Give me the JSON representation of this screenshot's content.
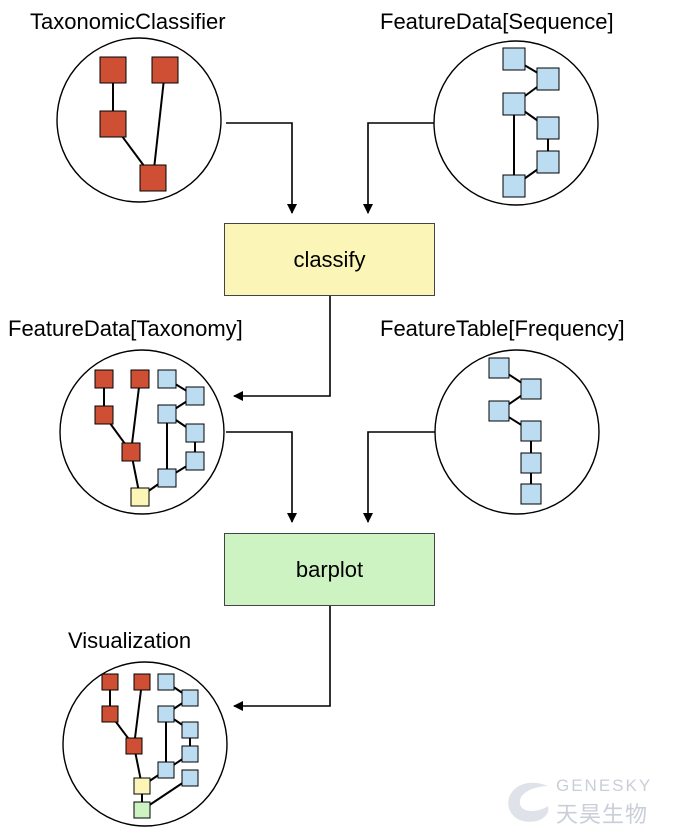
{
  "nodes": {
    "taxonomic_classifier": {
      "label": "TaxonomicClassifier"
    },
    "feature_data_sequence": {
      "label": "FeatureData[Sequence]"
    },
    "classify": {
      "label": "classify",
      "fill": "#fbf6b8"
    },
    "feature_data_taxonomy": {
      "label": "FeatureData[Taxonomy]"
    },
    "feature_table_frequency": {
      "label": "FeatureTable[Frequency]"
    },
    "barplot": {
      "label": "barplot",
      "fill": "#cdf3c2"
    },
    "visualization": {
      "label": "Visualization"
    }
  },
  "colors": {
    "red_node": "#cf4f35",
    "blue_node": "#bcdcf2",
    "yellow_node": "#fbf6b8",
    "green_node": "#cdf3c2"
  },
  "watermark": {
    "brand": "GENESKY",
    "chinese": "天昊生物"
  }
}
